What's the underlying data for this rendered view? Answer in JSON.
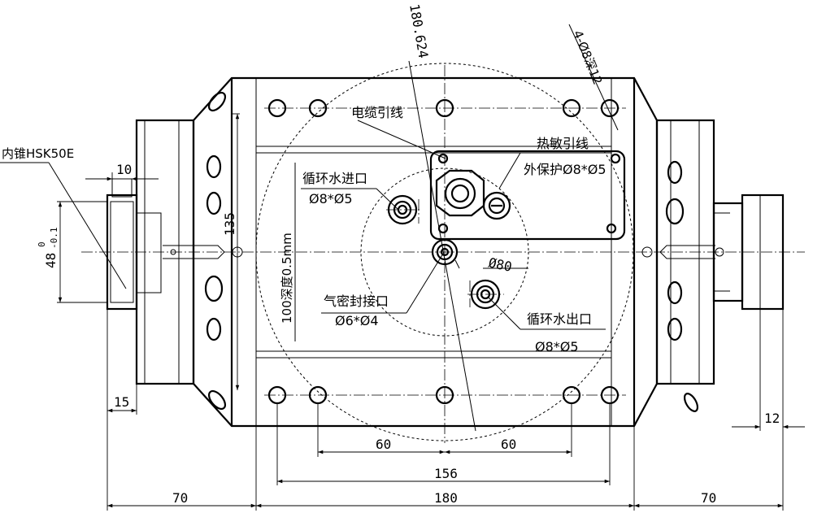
{
  "labels": {
    "cable_outlet": "电缆引线",
    "thermo_outlet": "热敏引线",
    "thermo_protect": "外保护Ø8*Ø5",
    "water_in": "循环水进口",
    "water_in_size": "Ø8*Ø5",
    "water_out": "循环水出口",
    "water_out_size": "Ø8*Ø5",
    "air_seal": "气密封接口",
    "air_seal_size": "Ø6*Ø4",
    "inner_cone": "内锥HSK50E",
    "holes_spec": "4-Ø8深12",
    "groove_depth": "100深度0.5mm"
  },
  "dimensions": {
    "d_180_624": "180.624",
    "d_10": "10",
    "d_135": "135",
    "d_48": "48",
    "d_48_tol_upper": "0",
    "d_48_tol_lower": "-0.1",
    "d_phi80": "Ø80",
    "d_15": "15",
    "d_12": "12",
    "d_60_left": "60",
    "d_60_right": "60",
    "d_156": "156",
    "d_70_left": "70",
    "d_180": "180",
    "d_70_right": "70"
  }
}
